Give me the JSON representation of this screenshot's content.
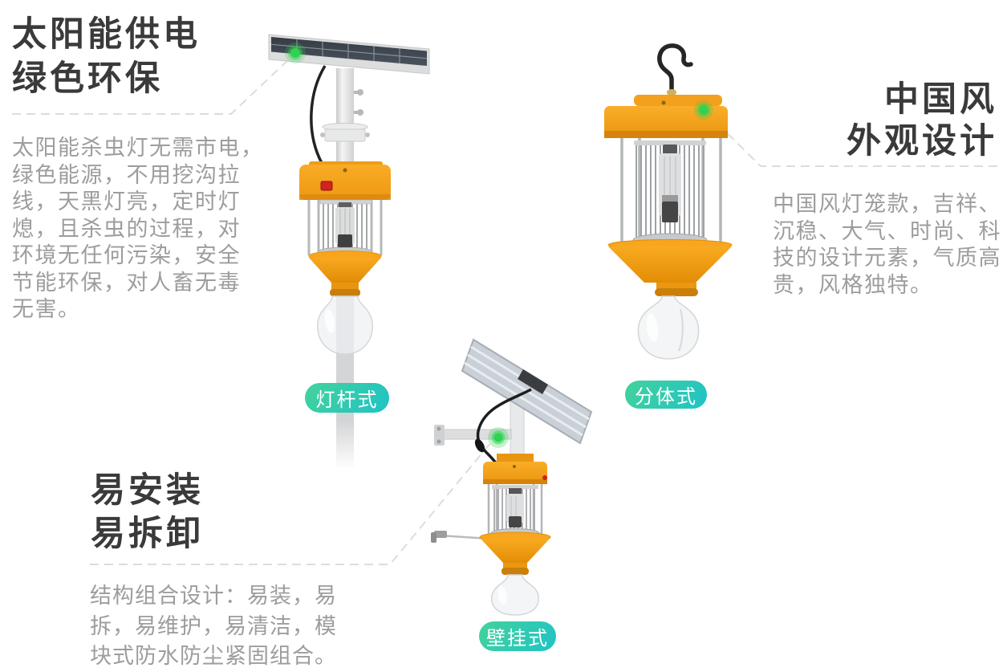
{
  "features": {
    "solar": {
      "heading_lines": [
        "太阳能供电",
        "绿色环保"
      ],
      "body_lines": [
        "太阳能杀虫灯无需市电，",
        "绿色能源，不用挖沟拉",
        "线，天黑灯亮，定时灯",
        "熄，且杀虫的过程，对",
        "环境无任何污染，安全",
        "节能环保，对人畜无毒",
        "无害。"
      ]
    },
    "chinese_style": {
      "heading_lines": [
        "中国风",
        "外观设计"
      ],
      "body_lines": [
        "中国风灯笼款，吉祥、",
        "沉稳、大气、时尚、科",
        "技的设计元素，气质高",
        "贵，风格独特。"
      ]
    },
    "easy_install": {
      "heading_lines": [
        "易安装",
        "易拆卸"
      ],
      "body_lines": [
        "结构组合设计：易装，易",
        "拆，易维护，易清洁，模",
        "块式防水防尘紧固组合。"
      ]
    }
  },
  "labels": {
    "pole": "灯杆式",
    "split": "分体式",
    "wall": "壁挂式"
  },
  "colors": {
    "accent_orange": "#F5A11B",
    "label_gradient_start": "#44D29C",
    "label_gradient_end": "#1FC3C5",
    "indicator_green": "#2FD252",
    "heading_text": "#3A3A3A",
    "body_text": "#9D9D9D",
    "dashed_line": "#DCDCDD"
  }
}
